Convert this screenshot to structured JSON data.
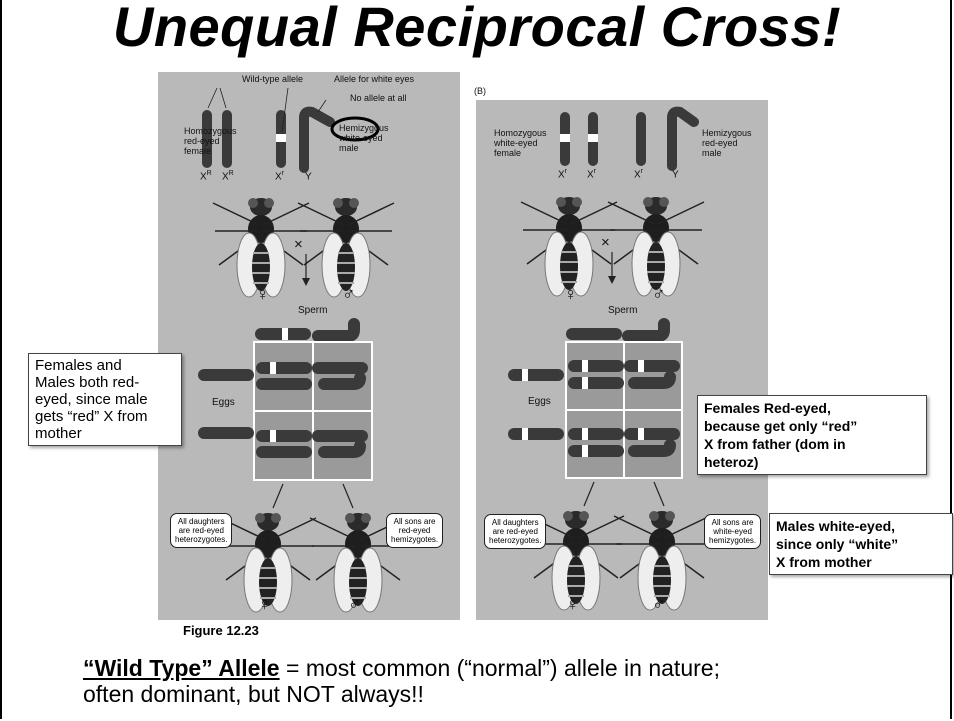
{
  "slide": {
    "title": "Unequal Reciprocal Cross!",
    "figure_label": "Figure 12.23",
    "caption_term": "“Wild Type” Allele",
    "caption_rest": " = most common (“normal”) allele in nature;",
    "caption_line2": "often dominant, but NOT always!!"
  },
  "panel_a": {
    "wild_type_label": "Wild-type allele",
    "white_allele_label": "Allele for white eyes",
    "no_allele_label": "No allele at all",
    "female_label": "Homozygous\nred-eyed\nfemale",
    "male_label": "Hemizygous\nwhite-eyed\nmale",
    "chrom_labels": [
      "X",
      "X",
      "X",
      "Y"
    ],
    "chrom_sups": [
      "R",
      "R",
      "r",
      ""
    ],
    "cross_symbol": "×",
    "female_symbol": "♀",
    "male_symbol": "♂",
    "sperm_label": "Sperm",
    "eggs_label": "Eggs",
    "daughters_bubble": "All daughters\nare red-eyed\nheterozygotes.",
    "sons_bubble": "All sons are\nred-eyed\nhemizygotes."
  },
  "panel_b": {
    "panel_letter": "(B)",
    "female_label": "Homozygous\nwhite-eyed\nfemale",
    "male_label": "Hemizygous\nred-eyed\nmale",
    "chrom_labels": [
      "X",
      "X",
      "X",
      "Y"
    ],
    "chrom_sups": [
      "r",
      "r",
      "r",
      ""
    ],
    "cross_symbol": "×",
    "female_symbol": "♀",
    "male_symbol": "♂",
    "sperm_label": "Sperm",
    "eggs_label": "Eggs",
    "daughters_bubble": "All daughters\nare red-eyed\nheterozygotes.",
    "sons_bubble": "All sons are\nwhite-eyed\nhemizygotes."
  },
  "callouts": {
    "left": "Females and\nMales both red-\neyed, since male\ngets “red” X from\nmother",
    "right_top": "Females Red-eyed,\nbecause get only “red”\nX  from father (dom in\nheteroz)",
    "right_bottom": "Males white-eyed,\nsince only “white”\nX from mother"
  },
  "colors": {
    "panel_bg": "#b9b9b9",
    "chromosome": "#3a3a3a",
    "allele_white": "#ffffff",
    "highlight_ellipse": "#000000"
  }
}
